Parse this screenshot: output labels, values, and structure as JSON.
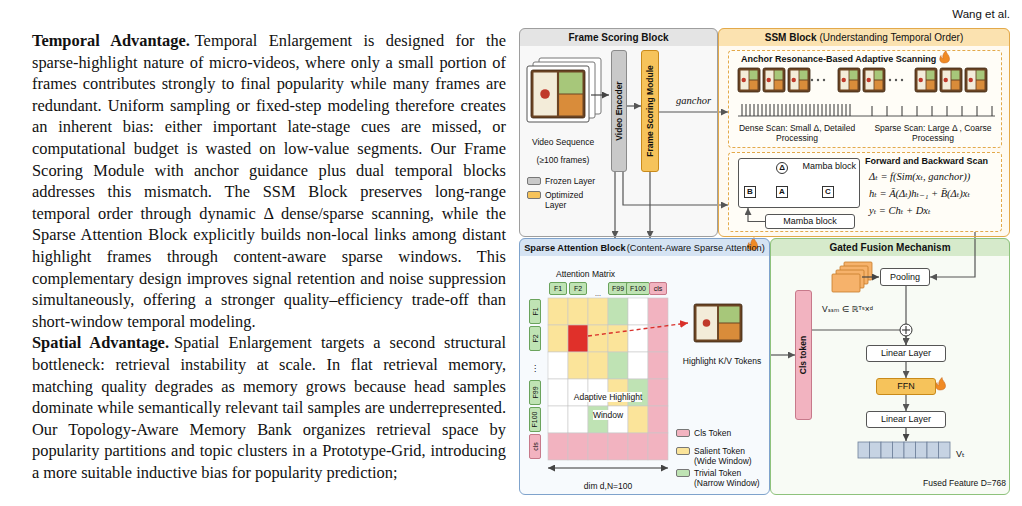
{
  "diagram": {
    "nodes": [
      {
        "text": [
          "Frame Scoring Block"
        ]
      },
      {
        "text": [
          "Video Encoder"
        ],
        "in": 0
      },
      {
        "text": [
          "Frame Scoring Module"
        ],
        "in": 0
      },
      {
        "text": [
          "SSM Block",
          "(Understanding Temporal Order)"
        ]
      },
      {
        "text": [
          "Anchor Resonance-Based Adaptive Scanning",
          "Dense Scan: Small Δ, Detailed Processing",
          "Sparse Scan: Large Δ , Coarse Processing"
        ],
        "in": 3
      },
      {
        "text": [
          "Forward and Backward Scan",
          "Δₜ = f(Sim(xₜ, ganchor))",
          "hₜ = Ā(Δₜ)hₜ₋₁ + B̄(Δₜ)xₜ",
          "yₜ = Chₜ + Dxₜ"
        ],
        "in": 3
      },
      {
        "text": [
          "Mamba block"
        ],
        "in": 5
      },
      {
        "text": [
          "B"
        ],
        "in": 6
      },
      {
        "text": [
          "Δ"
        ],
        "in": 6
      },
      {
        "text": [
          "A"
        ],
        "in": 6
      },
      {
        "text": [
          "C"
        ],
        "in": 6
      },
      {
        "text": [
          "Mamba block"
        ],
        "in": 5
      },
      {
        "text": [
          "Sparse Attention Block",
          "(Content-Aware Sparse Attention)"
        ]
      },
      {
        "text": [
          "F1"
        ],
        "in": 12
      },
      {
        "text": [
          "F2"
        ],
        "in": 12
      },
      {
        "text": [
          "F99"
        ],
        "in": 12
      },
      {
        "text": [
          "F100"
        ],
        "in": 12
      },
      {
        "text": [
          "cls"
        ],
        "in": 12
      },
      {
        "text": [
          "F1"
        ],
        "in": 12
      },
      {
        "text": [
          "F2"
        ],
        "in": 12
      },
      {
        "text": [
          "F99"
        ],
        "in": 12
      },
      {
        "text": [
          "F100"
        ],
        "in": 12
      },
      {
        "text": [
          "cls"
        ],
        "in": 12
      },
      {
        "text": [
          "Gated Fusion Mechanism"
        ]
      },
      {
        "text": [
          "Cls token"
        ],
        "in": 23
      },
      {
        "text": [
          "Pooling"
        ],
        "in": 23
      },
      {
        "text": [
          "Linear Layer"
        ],
        "in": 23
      },
      {
        "text": [
          "FFN"
        ],
        "in": 23
      },
      {
        "text": [
          "Linear Layer"
        ],
        "in": 23
      }
    ],
    "edges": [
      {
        "from": 1,
        "to": 2,
        "arrow": "to"
      },
      {
        "from": 2,
        "to": 4,
        "label": "ganchor",
        "arrow": "to"
      },
      {
        "from": 1,
        "to": 5,
        "arrow": "to"
      },
      {
        "from": 2,
        "to": 12,
        "arrow": "to"
      },
      {
        "from": 1,
        "to": 12,
        "arrow": "to"
      },
      {
        "from": 11,
        "to": 6,
        "arrow": "to"
      },
      {
        "from": 7,
        "to": 9,
        "arrow": "to"
      },
      {
        "from": 8,
        "to": 9,
        "arrow": "to"
      },
      {
        "from": 9,
        "to": 10,
        "arrow": "to"
      },
      {
        "from": 5,
        "to": 25,
        "arrow": "to"
      },
      {
        "from": 12,
        "to": 24,
        "arrow": "to"
      },
      {
        "from": 24,
        "to": 26,
        "arrow": "to"
      },
      {
        "from": 25,
        "to": 26,
        "arrow": "to"
      },
      {
        "from": 26,
        "to": 27,
        "arrow": "to"
      },
      {
        "from": 27,
        "to": 28,
        "arrow": "to"
      }
    ],
    "labels": [
      "Wang et al.",
      "Temporal Advantage.",
      "Temporal Enlargement is designed for the sparse-highlight nature of micro-videos, where only a small portion of frames contributes strongly to final popularity while many frames are redundant. Uniform sampling or fixed-step modeling therefore creates an inherent bias: either important late-stage cues are missed, or computational budget is wasted on low-value segments. Our Frame Scoring Module with anchor guidance plus dual temporal blocks addresses this mismatch. The SSM Block preserves long-range temporal order through dynamic Δ dense/sparse scanning, while the Sparse Attention Block explicitly builds non-local links among distant highlight frames through content-aware sparse windows. This complementary design improves signal retention and noise suppression simultaneously, offering a stronger quality–efficiency trade-off than short-window temporal modeling.",
      "Spatial Advantage.",
      "Spatial Enlargement targets a second structural bottleneck: retrieval instability at scale. In flat retrieval memory, matching quality degrades as memory grows because head samples dominate while semantically relevant tail samples are underrepresented. Our Topology-Aware Memory Bank organizes retrieval space by popularity partitions and topic clusters in a Prototype-Grid, introducing a more suitable inductive bias for popularity prediction;",
      "Video Sequence (≥100 frames)",
      "Attention Matrix",
      "...",
      "⋮",
      "Adaptive Highlight Window",
      "Highlight K/V Tokens",
      "dim d,N=100",
      "Vₛₛₘ ∈ ℝᵀˢ×ᵈ",
      "Vₜ",
      "Fused Feature D=768"
    ],
    "legend": [
      {
        "text": "Frozen Layer",
        "color": "#c9c9c9"
      },
      {
        "text": "Optimized Layer",
        "color": "#f6c35b"
      },
      {
        "text": "Cls Token",
        "color": "#f2b3c0"
      },
      {
        "text": "Salient Token (Wide Window)",
        "color": "#fbe49a"
      },
      {
        "text": "Trivial Token (Narrow Window)",
        "color": "#bfe3b4"
      }
    ]
  }
}
